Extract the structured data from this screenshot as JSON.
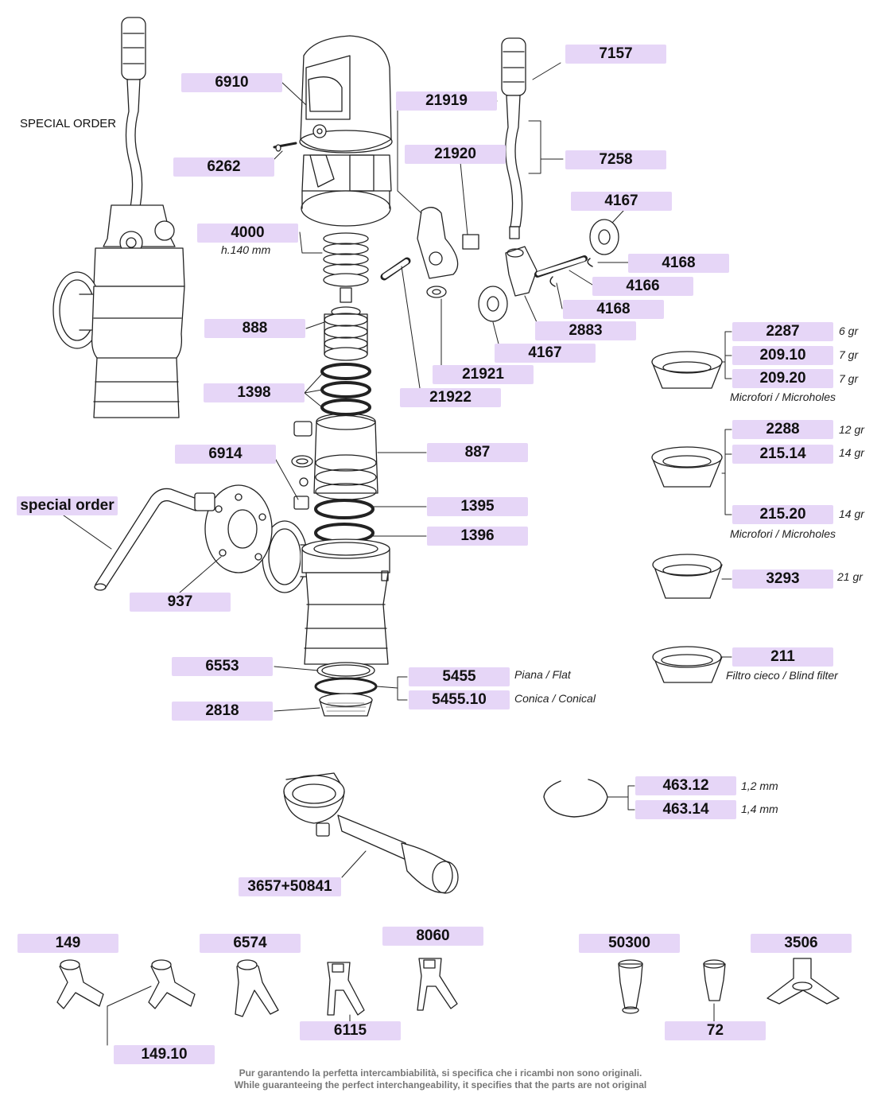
{
  "labels": {
    "p6910": "6910",
    "p21919": "21919",
    "p7157": "7157",
    "p6262": "6262",
    "p21920": "21920",
    "p7258": "7258",
    "p4167a": "4167",
    "p4000": "4000",
    "p4168a": "4168",
    "p4166": "4166",
    "p4168b": "4168",
    "p888": "888",
    "p2883": "2883",
    "p4167b": "4167",
    "p2287": "2287",
    "p20910": "209.10",
    "p20920": "209.20",
    "p21921": "21921",
    "p1398": "1398",
    "p21922": "21922",
    "p2288": "2288",
    "p21514": "215.14",
    "p6914": "6914",
    "p887": "887",
    "pspecial": "special order",
    "p1395": "1395",
    "p21520": "215.20",
    "p1396": "1396",
    "p3293": "3293",
    "p937": "937",
    "p211": "211",
    "p6553": "6553",
    "p5455": "5455",
    "p545510": "5455.10",
    "p2818": "2818",
    "p46312": "463.12",
    "p46314": "463.14",
    "p3657": "3657+50841",
    "p149": "149",
    "p6574": "6574",
    "p8060": "8060",
    "p50300": "50300",
    "p3506": "3506",
    "p6115": "6115",
    "p72": "72",
    "p14910": "149.10"
  },
  "notes": {
    "special_order_upper": "SPECIAL ORDER",
    "h140": "h.140 mm",
    "gr6": "6 gr",
    "gr7a": "7 gr",
    "gr7b": "7 gr",
    "microholes1": "Microfori / Microholes",
    "gr12": "12 gr",
    "gr14a": "14 gr",
    "gr14b": "14 gr",
    "microholes2": "Microfori / Microholes",
    "gr21": "21 gr",
    "blind": "Filtro cieco / Blind filter",
    "flat": "Piana / Flat",
    "conical": "Conica / Conical",
    "mm12": "1,2 mm",
    "mm14": "1,4 mm"
  },
  "footer": {
    "line1": "Pur garantendo la perfetta intercambiabilità, si specifica che i ricambi non sono originali.",
    "line2": "While guaranteeing the perfect interchangeability, it specifies that the parts are not original"
  },
  "colors": {
    "tag_bg": "#e6d6f7",
    "line": "#222222",
    "footer": "#777777"
  }
}
